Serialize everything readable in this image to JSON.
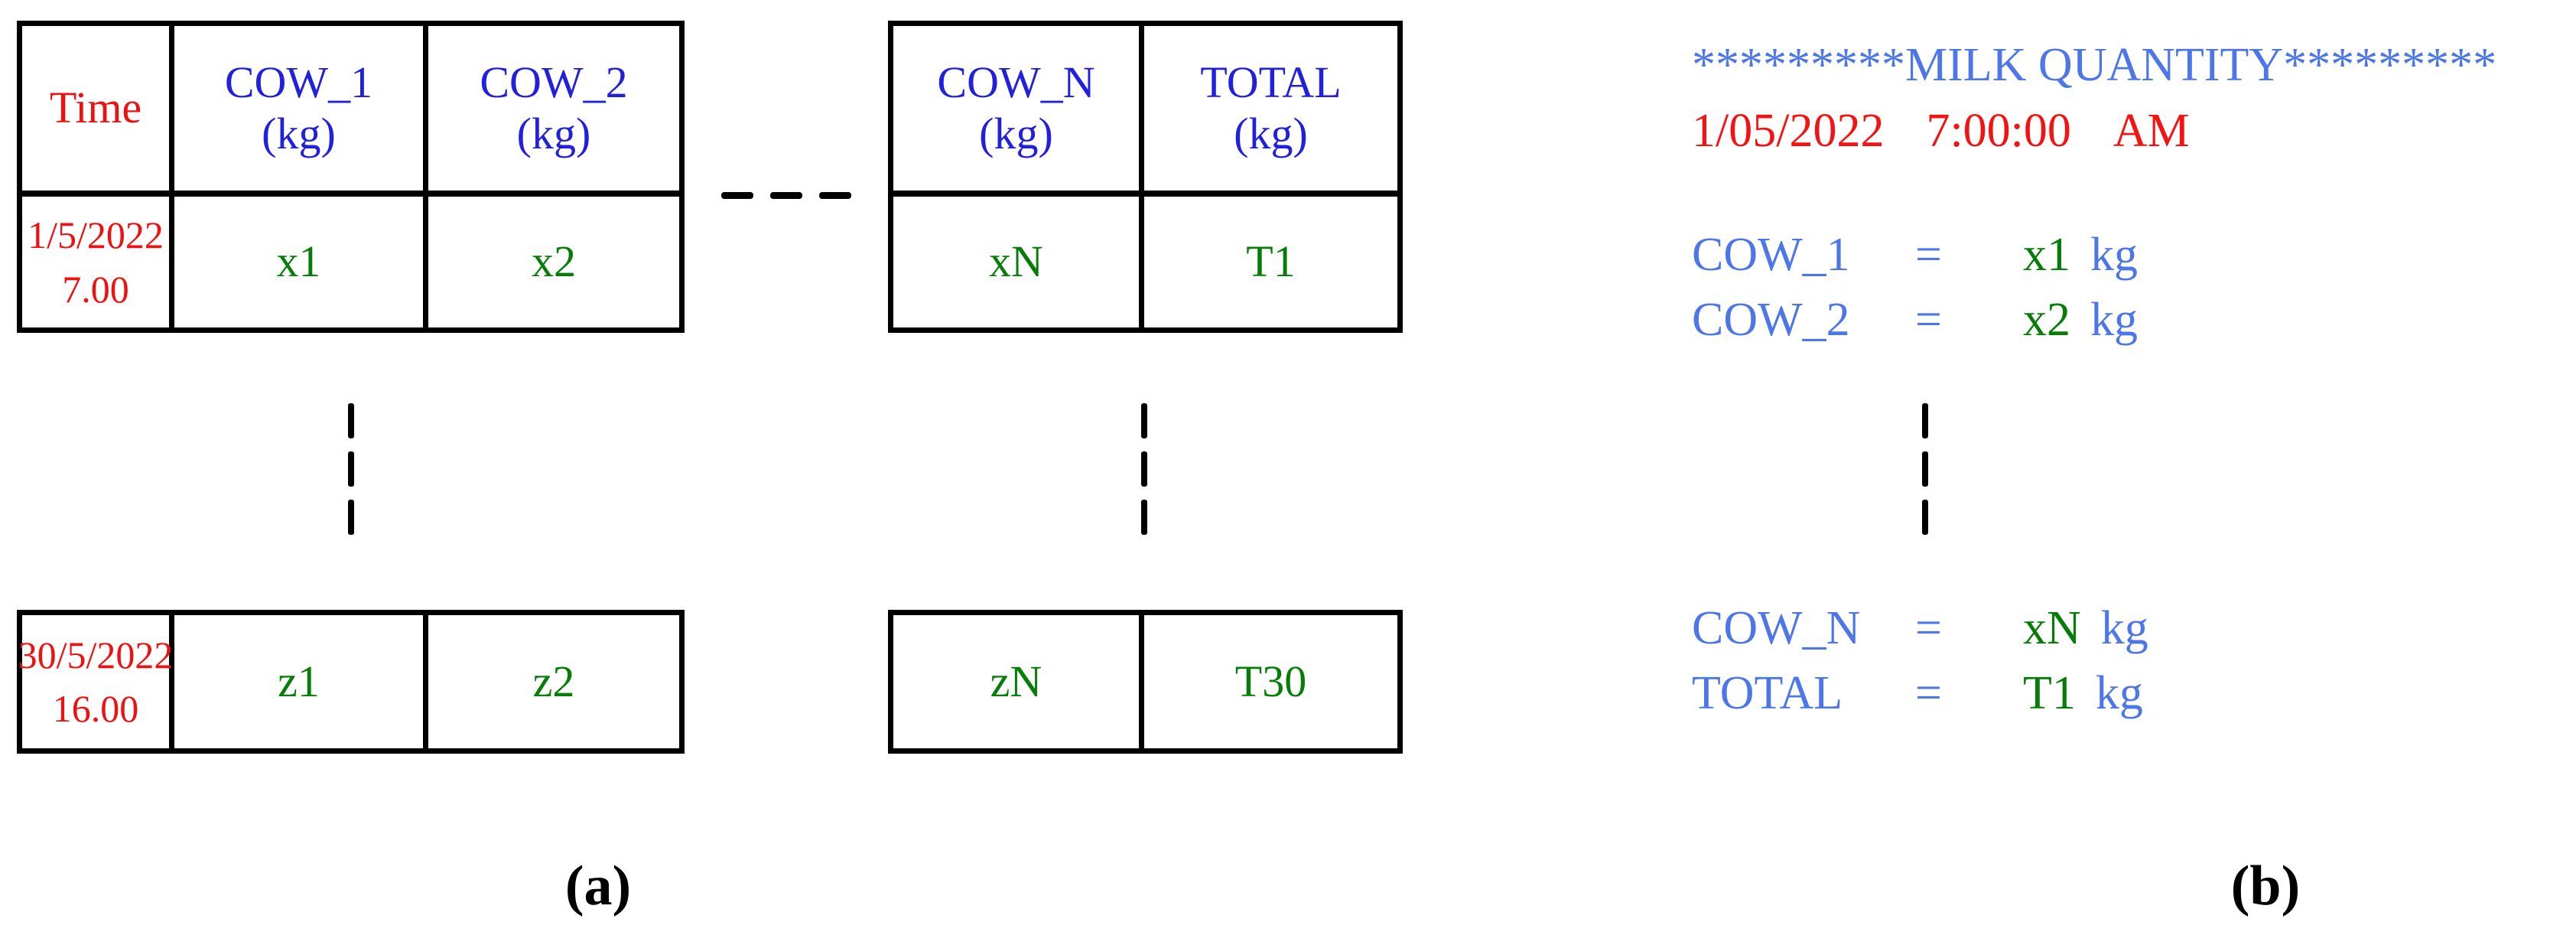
{
  "colors": {
    "tableBlue": "#2020dd",
    "consoleBlue": "#4d77e8",
    "tableRed": "#ee1111",
    "consoleRed": "#f51212",
    "green": "#067d06"
  },
  "figure": {
    "caption_a": "(a)",
    "caption_b": "(b)"
  },
  "panel_a": {
    "top_table_left": {
      "corner_header": "Time",
      "columns": [
        {
          "name": "COW_1",
          "unit": "(kg)"
        },
        {
          "name": "COW_2",
          "unit": "(kg)"
        }
      ],
      "row": {
        "date": "1/5/2022",
        "hour": "7.00",
        "values": [
          "x1",
          "x2"
        ]
      }
    },
    "top_table_right": {
      "columns": [
        {
          "name": "COW_N",
          "unit": "(kg)"
        },
        {
          "name": "TOTAL",
          "unit": "(kg)"
        }
      ],
      "row": {
        "values": [
          "xN",
          "T1"
        ]
      }
    },
    "bottom_table_left": {
      "row": {
        "date": "30/5/2022",
        "hour": "16.00",
        "values": [
          "z1",
          "z2"
        ]
      }
    },
    "bottom_table_right": {
      "row": {
        "values": [
          "zN",
          "T30"
        ]
      }
    }
  },
  "panel_b": {
    "title": "*********MILK QUANTITY*********",
    "timestamp": {
      "date": "1/05/2022",
      "time": "7:00:00",
      "meridiem": "AM"
    },
    "lines": [
      {
        "label": "COW_1",
        "operator": "=",
        "value": "x1",
        "unit": "kg"
      },
      {
        "label": "COW_2",
        "operator": "=",
        "value": "x2",
        "unit": "kg"
      },
      {
        "label": "COW_N",
        "operator": "=",
        "value": "xN",
        "unit": "kg"
      },
      {
        "label": "TOTAL",
        "operator": "=",
        "value": "T1",
        "unit": "kg"
      }
    ]
  }
}
